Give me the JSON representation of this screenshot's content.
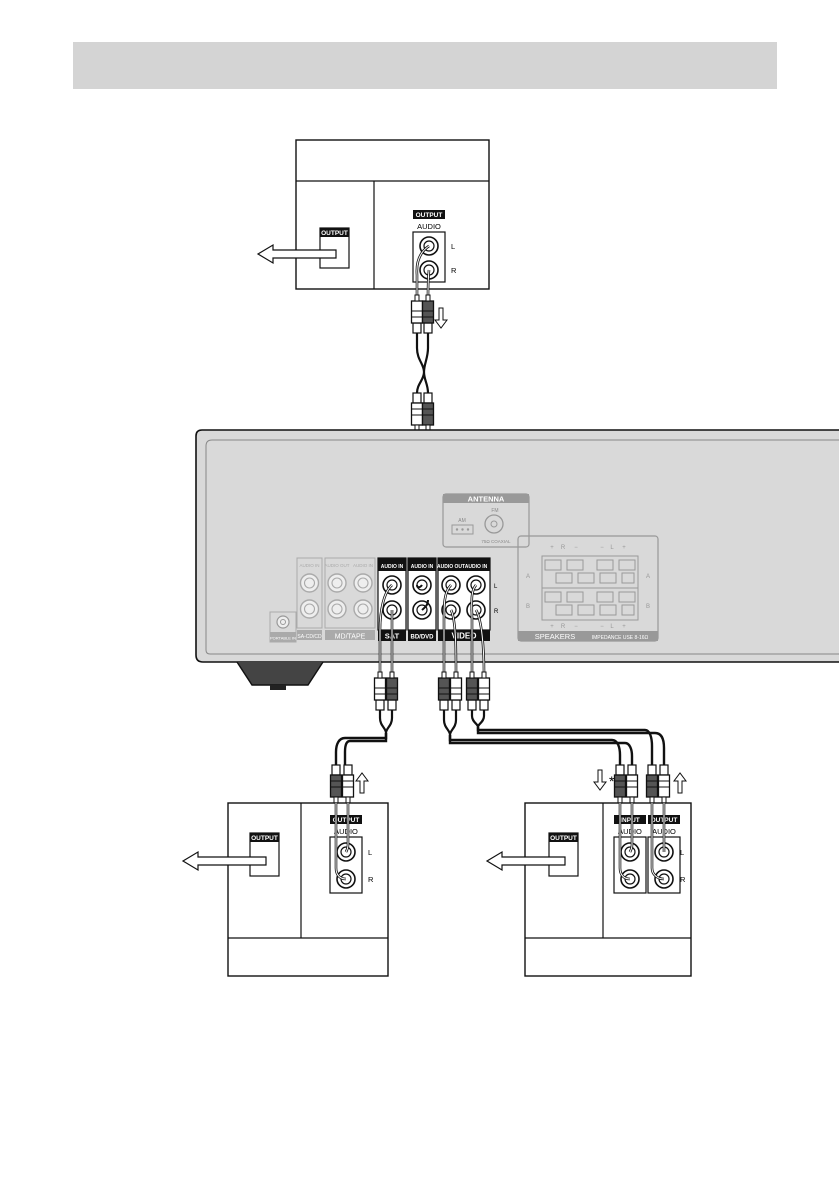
{
  "panels": {
    "output_tag": "OUTPUT",
    "input_tag": "INPUT",
    "audio_label": "AUDIO",
    "left_label": "L",
    "right_label": "R",
    "footnote_mark": "*"
  },
  "receiver": {
    "antenna_label": "ANTENNA",
    "am_label": "AM",
    "fm_label": "FM",
    "fm_sub_label": "75Ω COAXIAL",
    "audio_in_label": "AUDIO IN",
    "audio_out_label": "AUDIO OUT",
    "jack_groups": {
      "portable": "PORTABLE IN",
      "sa_cd": "SA-CD/CD",
      "md_tape": "MD/TAPE",
      "sat": "SAT",
      "bd_dvd": "BD/DVD",
      "video": "VIDEO"
    },
    "speakers_label": "SPEAKERS",
    "impedance_label": "IMPEDANCE USE 8-16Ω",
    "speaker_a": "A",
    "speaker_b": "B",
    "speaker_r": "R",
    "speaker_l": "L",
    "plus": "+",
    "minus": "−"
  }
}
